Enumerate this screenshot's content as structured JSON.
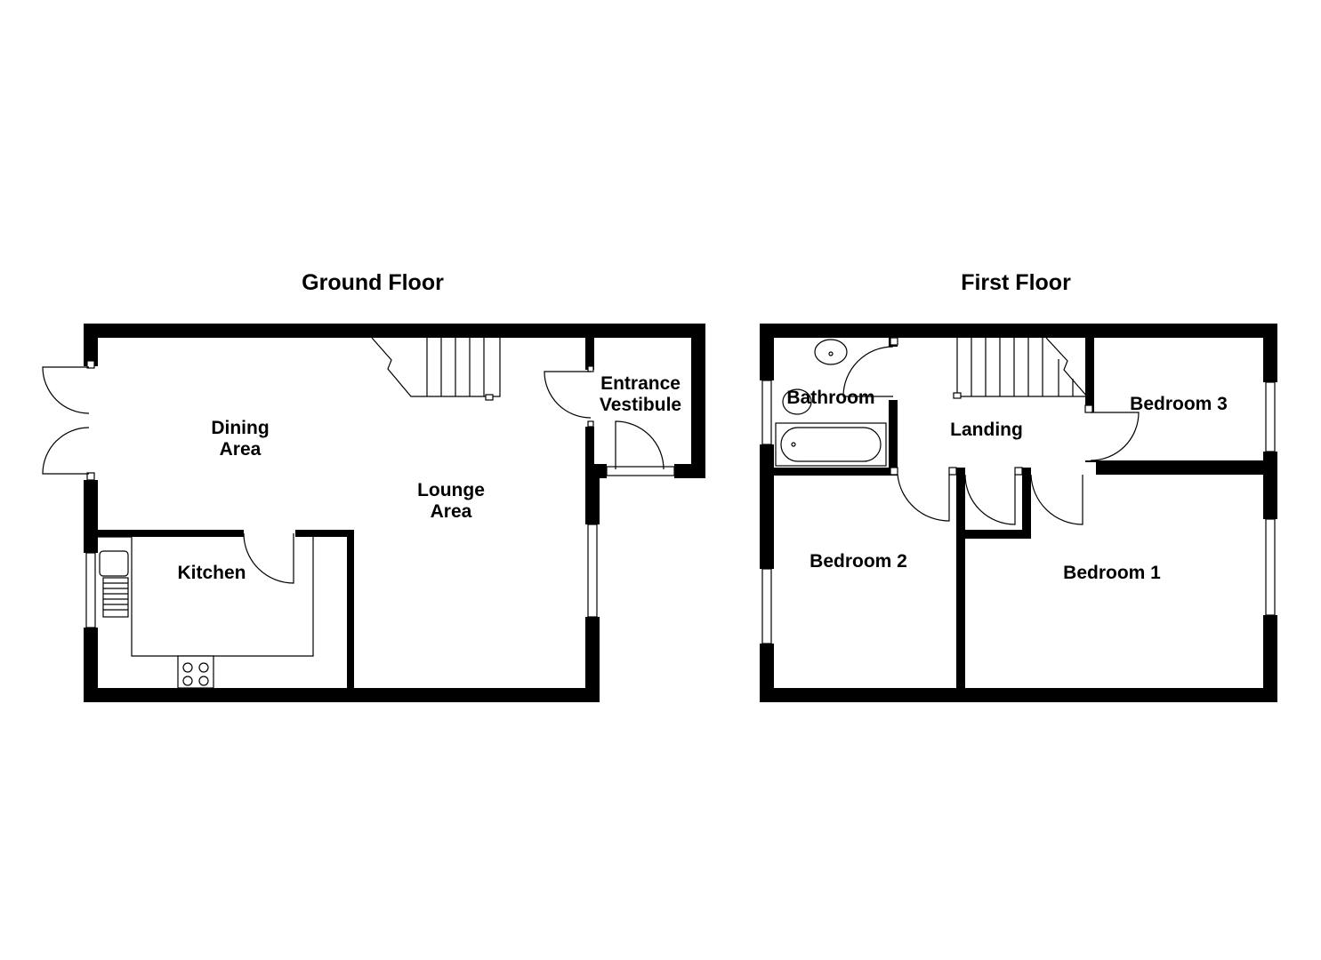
{
  "floors": {
    "ground": {
      "title": "Ground Floor",
      "rooms": {
        "dining": [
          "Dining",
          "Area"
        ],
        "lounge": [
          "Lounge",
          "Area"
        ],
        "entrance": [
          "Entrance",
          "Vestibule"
        ],
        "kitchen": "Kitchen"
      }
    },
    "first": {
      "title": "First Floor",
      "rooms": {
        "bathroom": "Bathroom",
        "landing": "Landing",
        "bedroom3": "Bedroom 3",
        "bedroom2": "Bedroom 2",
        "bedroom1": "Bedroom 1"
      }
    }
  },
  "colors": {
    "wall": "#000000",
    "background": "#ffffff"
  }
}
